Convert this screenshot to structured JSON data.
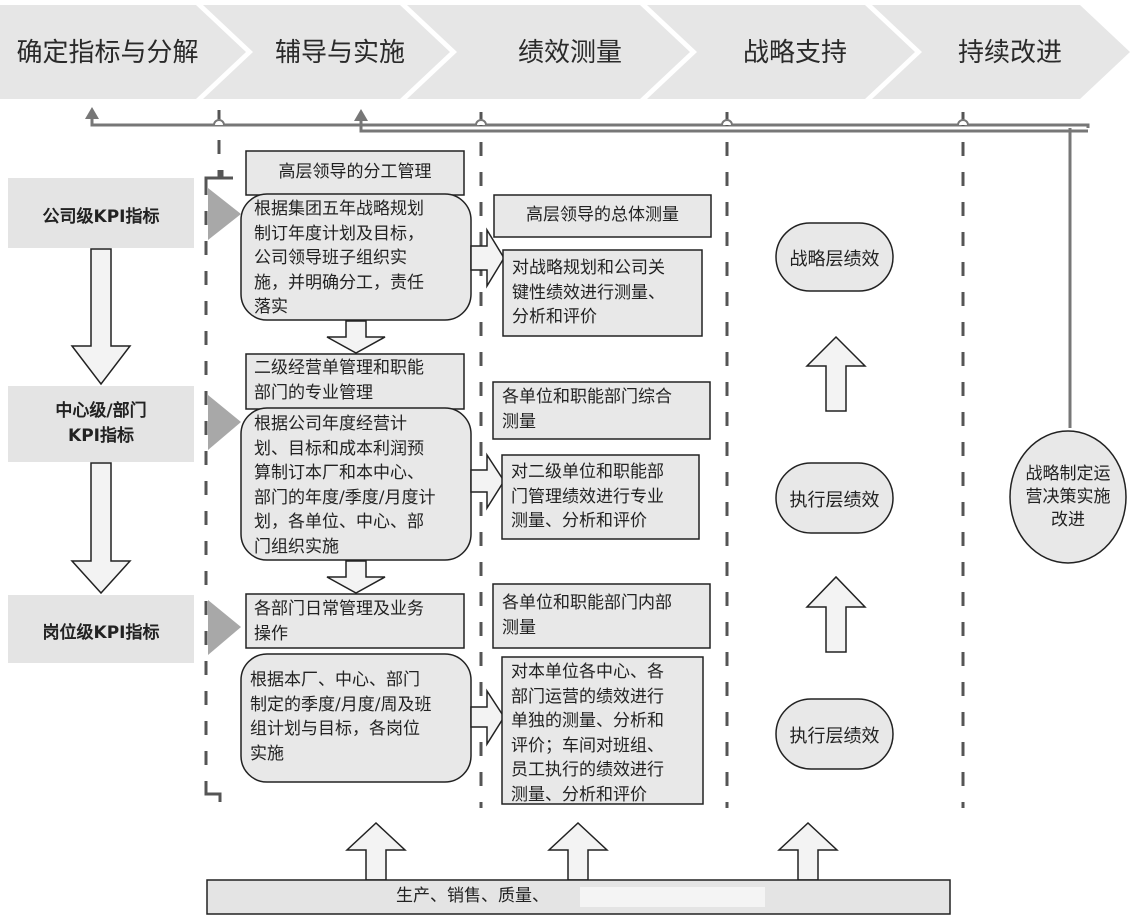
{
  "stages": [
    {
      "label": "确定指标与分解"
    },
    {
      "label": "辅导与实施"
    },
    {
      "label": "绩效测量"
    },
    {
      "label": "战略支持"
    },
    {
      "label": "持续改进"
    }
  ],
  "kpi_levels": [
    {
      "label": "公司级KPI指标"
    },
    {
      "label": "中心级/部门\nKPI指标"
    },
    {
      "label": "岗位级KPI指标"
    }
  ],
  "implementation": [
    {
      "header": "高层领导的分工管理",
      "body": "根据集团五年战略规划\n制订年度计划及目标，\n公司领导班子组织实\n施，并明确分工，责任\n落实"
    },
    {
      "header": "二级经营单管理和职能\n部门的专业管理",
      "body": "根据公司年度经营计\n划、目标和成本利润预\n算制订本厂和本中心、\n部门的年度/季度/月度计\n划，各单位、中心、部\n门组织实施"
    },
    {
      "header": "各部门日常管理及业务\n操作",
      "body": "根据本厂、中心、部门\n制定的季度/月度/周及班\n组计划与目标，各岗位\n实施"
    }
  ],
  "measurement": [
    {
      "header": "高层领导的总体测量",
      "body": "对战略规划和公司关\n键性绩效进行测量、\n分析和评价"
    },
    {
      "header": "各单位和职能部门综合\n测量",
      "body": "对二级单位和职能部\n门管理绩效进行专业\n测量、分析和评价"
    },
    {
      "header": "各单位和职能部门内部\n测量",
      "body": "对本单位各中心、各\n部门运营的绩效进行\n单独的测量、分析和\n评价；车间对班组、\n员工执行的绩效进行\n测量、分析和评价"
    }
  ],
  "strategy_support": [
    {
      "label": "战略层绩效"
    },
    {
      "label": "执行层绩效"
    },
    {
      "label": "执行层绩效"
    }
  ],
  "continuous_improvement": {
    "label": "战略制定运\n营决策实施\n改进"
  },
  "base_bar": {
    "label": "生产、销售、质量、"
  },
  "colors": {
    "chevron_fill": "#e6e6e6",
    "box_fill": "#e8e8e8",
    "kpi_fill": "#e4e4e4",
    "pointer_fill": "#a8a8a8",
    "line": "#777777",
    "stroke": "#222222"
  }
}
